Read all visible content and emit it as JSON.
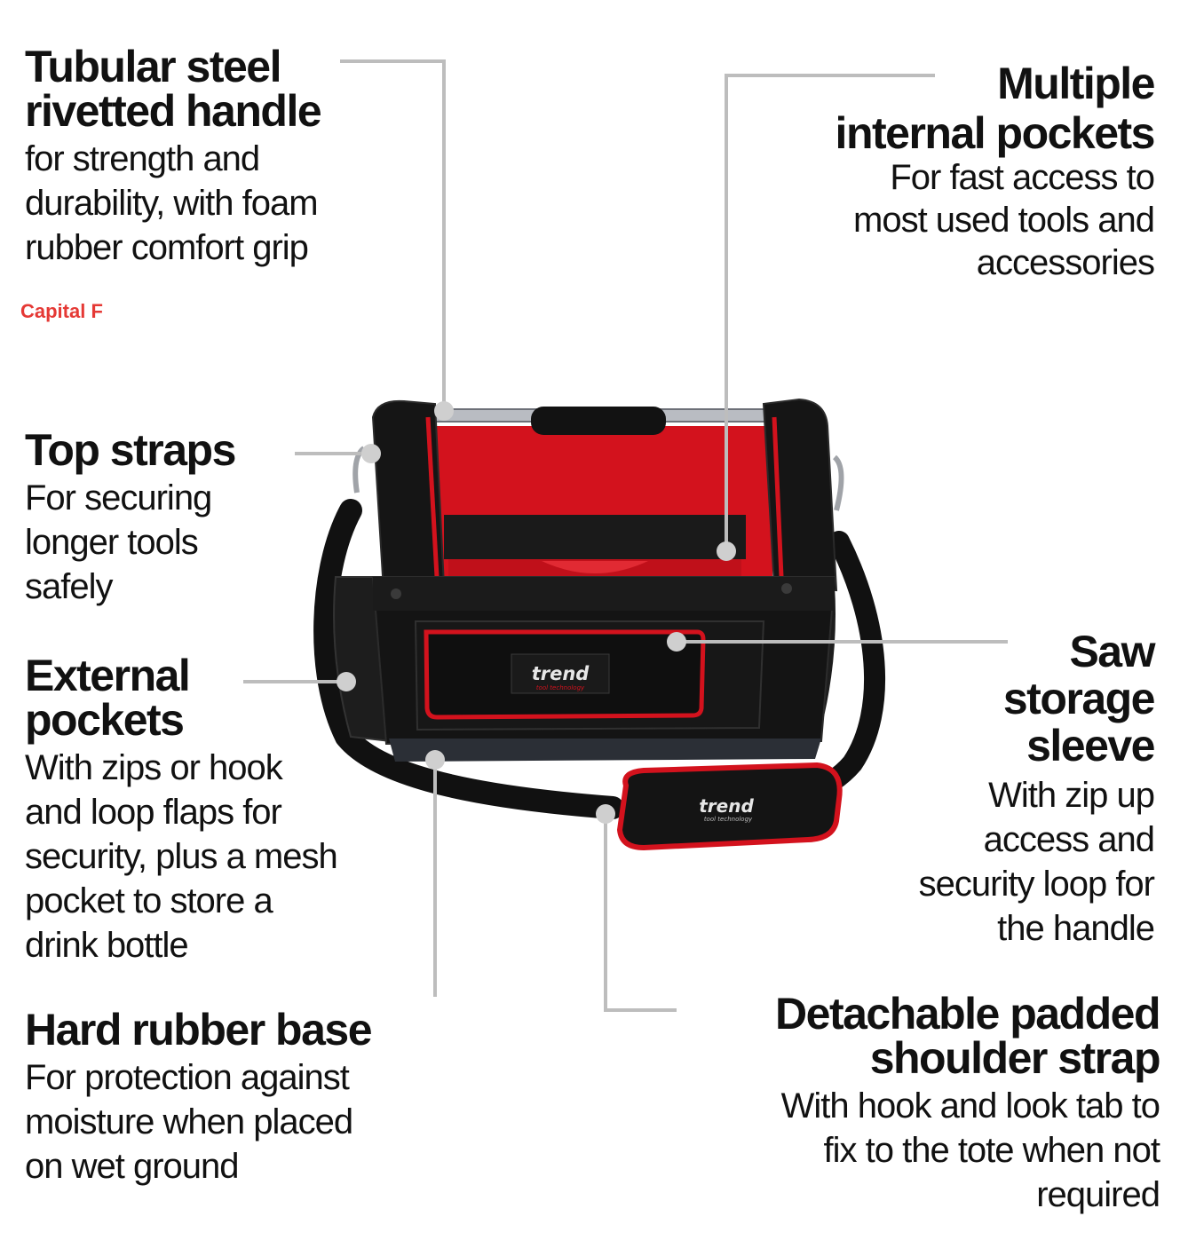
{
  "colors": {
    "leader": "#bdbdbd",
    "bag_body": "#141414",
    "bag_accent": "#d3121d",
    "base": "#2b2f36",
    "note": "#e53935"
  },
  "note_text": "Capital F",
  "features": {
    "handle": {
      "title": "Tubular steel\nrivetted handle",
      "desc": "for strength and\ndurability, with foam\nrubber comfort grip"
    },
    "pockets_internal": {
      "title": "Multiple\ninternal pockets",
      "desc": "For fast access to\nmost used tools and\naccessories"
    },
    "top_straps": {
      "title": "Top straps",
      "desc": "For securing\nlonger tools\nsafely"
    },
    "external_pockets": {
      "title": "External\npockets",
      "desc": "With zips or hook\nand loop flaps for\nsecurity, plus a mesh\npocket to store a\ndrink bottle"
    },
    "saw_sleeve": {
      "title": "Saw\nstorage\nsleeve",
      "desc": "With zip up\naccess and\nsecurity loop for\nthe handle"
    },
    "base": {
      "title": "Hard rubber base",
      "desc": "For protection against\nmoisture when placed\non wet ground"
    },
    "shoulder_strap": {
      "title": "Detachable padded\nshoulder strap",
      "desc": "With hook and look tab to\nfix to the tote when not\nrequired"
    }
  },
  "brand": {
    "logo": "trend",
    "tagline": "tool technology"
  }
}
